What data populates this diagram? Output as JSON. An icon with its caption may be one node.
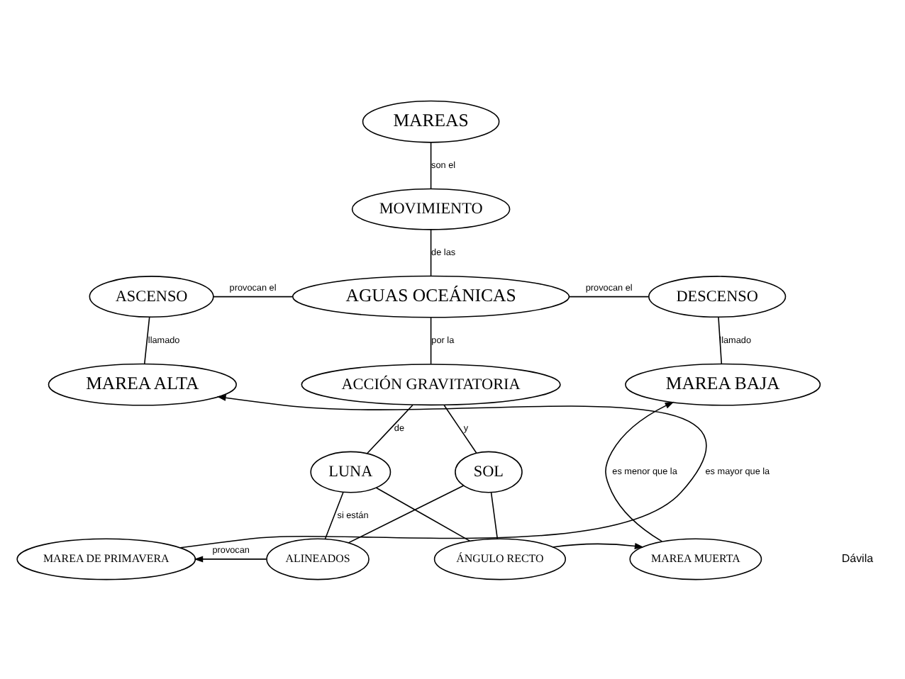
{
  "diagram": {
    "nodes": [
      {
        "text": [
          "MAREAS"
        ]
      },
      {
        "text": [
          "MOVIMIENTO"
        ]
      },
      {
        "text": [
          "AGUAS OCEÁNICAS"
        ]
      },
      {
        "text": [
          "ASCENSO"
        ]
      },
      {
        "text": [
          "DESCENSO"
        ]
      },
      {
        "text": [
          "MAREA ALTA"
        ]
      },
      {
        "text": [
          "ACCIÓN GRAVITATORIA"
        ]
      },
      {
        "text": [
          "MAREA BAJA"
        ]
      },
      {
        "text": [
          "LUNA"
        ]
      },
      {
        "text": [
          "SOL"
        ]
      },
      {
        "text": [
          "MAREA DE PRIMAVERA"
        ]
      },
      {
        "text": [
          "ALINEADOS"
        ]
      },
      {
        "text": [
          "ÁNGULO RECTO"
        ]
      },
      {
        "text": [
          "MAREA MUERTA"
        ]
      }
    ],
    "edges": [
      {
        "from": 0,
        "to": 1,
        "arrow": "none",
        "label": "son el"
      },
      {
        "from": 1,
        "to": 2,
        "arrow": "none",
        "label": "de las"
      },
      {
        "from": 2,
        "to": 3,
        "arrow": "none",
        "label": "provocan el"
      },
      {
        "from": 2,
        "to": 4,
        "arrow": "none",
        "label": "provocan el"
      },
      {
        "from": 3,
        "to": 5,
        "arrow": "none",
        "label": "llamado"
      },
      {
        "from": 2,
        "to": 6,
        "arrow": "none",
        "label": "por la"
      },
      {
        "from": 4,
        "to": 7,
        "arrow": "none",
        "label": "llamado"
      },
      {
        "from": 6,
        "to": 8,
        "arrow": "none",
        "label": "de"
      },
      {
        "from": 6,
        "to": 9,
        "arrow": "none",
        "label": "y"
      },
      {
        "from": 8,
        "to": 11,
        "arrow": "none",
        "label": "si están"
      },
      {
        "from": 9,
        "to": 11,
        "arrow": "none"
      },
      {
        "from": 8,
        "to": 12,
        "arrow": "none"
      },
      {
        "from": 9,
        "to": 12,
        "arrow": "none"
      },
      {
        "from": 11,
        "to": 10,
        "arrow": "to",
        "label": "provocan"
      },
      {
        "from": 12,
        "to": 13,
        "arrow": "to"
      },
      {
        "from": 10,
        "to": 5,
        "arrow": "to",
        "label": "es mayor que la"
      },
      {
        "from": 13,
        "to": 7,
        "arrow": "to",
        "label": "es menor que la"
      }
    ],
    "labels": [
      "Dávila"
    ]
  }
}
